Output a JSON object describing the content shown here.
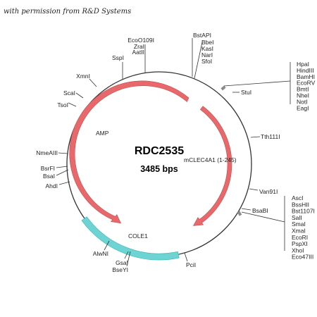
{
  "credit": "with permission from R&D Systems",
  "plasmid": {
    "name": "RDC2535",
    "size": "3485 bps",
    "insert_label": "mCLEC4A1 (1-245)"
  },
  "features": {
    "amp": "AMP",
    "cole1": "COLE1"
  },
  "colors": {
    "backbone": "#333333",
    "amp_arrow": "#e8696b",
    "cole1_arc": "#6dd3d3",
    "insert_box": "#8a8a8a"
  },
  "sites": {
    "ecoo109i": "EcoO109I",
    "zrai": "ZraI",
    "aatii": "AatII",
    "sspi": "SspI",
    "xmni": "XmnI",
    "scai": "ScaI",
    "tsoi": "TsoI",
    "bstapi": "BstAPI",
    "bbei": "BbeI",
    "kasi": "KasI",
    "nari": "NarI",
    "sfoi": "SfoI",
    "stui": "StuI",
    "tth111i": "Tth111I",
    "van91i": "Van91I",
    "bsabi": "BsaBI",
    "nmeaiii": "NmeAIII",
    "bsrfi": "BsrFI",
    "bsai": "BsaI",
    "ahdi": "AhdI",
    "alwni": "AlwNI",
    "gsai": "GsaI",
    "bseyi": "BseYI",
    "pcii": "PciI"
  },
  "site_list_top": [
    "HpaI",
    "HindIII",
    "BamHI",
    "EcoRV",
    "BmtI",
    "NheI",
    "NotI",
    "EagI"
  ],
  "site_list_bottom": [
    "AscI",
    "BssHII",
    "Bst1107I",
    "SalI",
    "SmaI",
    "XmaI",
    "EcoRI",
    "PspXI",
    "XhoI",
    "Eco47III"
  ]
}
